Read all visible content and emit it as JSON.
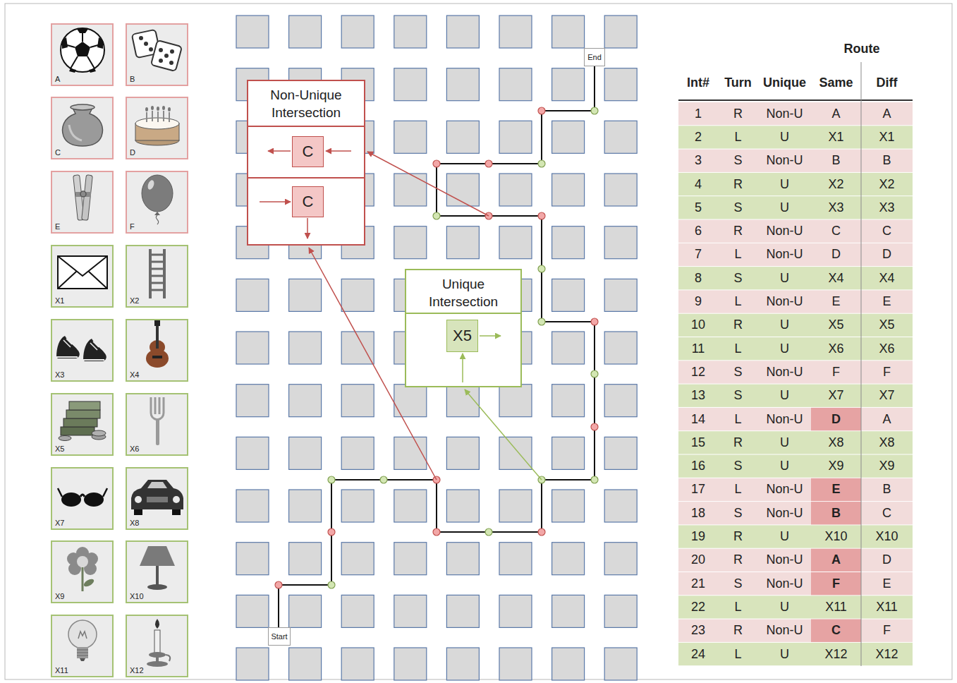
{
  "diagram": {
    "nodes": [
      {
        "text": [
          "A"
        ]
      },
      {
        "text": [
          "B"
        ]
      },
      {
        "text": [
          "C"
        ]
      },
      {
        "text": [
          "D"
        ]
      },
      {
        "text": [
          "E"
        ]
      },
      {
        "text": [
          "F"
        ]
      },
      {
        "text": [
          "X1"
        ]
      },
      {
        "text": [
          "X2"
        ]
      },
      {
        "text": [
          "X3"
        ]
      },
      {
        "text": [
          "X4"
        ]
      },
      {
        "text": [
          "X5"
        ]
      },
      {
        "text": [
          "X6"
        ]
      },
      {
        "text": [
          "X7"
        ]
      },
      {
        "text": [
          "X8"
        ]
      },
      {
        "text": [
          "X9"
        ]
      },
      {
        "text": [
          "X10"
        ]
      },
      {
        "text": [
          "X11"
        ]
      },
      {
        "text": [
          "X12"
        ]
      },
      {
        "text": [
          "End"
        ]
      },
      {
        "text": [
          "Non-Unique Intersection"
        ]
      },
      {
        "text": [
          "C"
        ],
        "in": 19
      },
      {
        "text": [
          "C"
        ],
        "in": 19
      },
      {
        "text": [
          "Unique Intersection"
        ]
      },
      {
        "text": [
          "X5"
        ],
        "in": 22
      },
      {
        "text": [
          "Start"
        ]
      }
    ],
    "labels": [
      "Route",
      "Int#",
      "Turn",
      "Unique",
      "Same",
      "Diff",
      "1",
      "R",
      "Non-U",
      "A",
      "A",
      "2",
      "L",
      "U",
      "X1",
      "X1",
      "3",
      "S",
      "Non-U",
      "B",
      "B",
      "4",
      "R",
      "U",
      "X2",
      "X2",
      "5",
      "S",
      "U",
      "X3",
      "X3",
      "6",
      "R",
      "Non-U",
      "C",
      "C",
      "7",
      "L",
      "Non-U",
      "D",
      "D",
      "8",
      "S",
      "U",
      "X4",
      "X4",
      "9",
      "L",
      "Non-U",
      "E",
      "E",
      "10",
      "R",
      "U",
      "X5",
      "X5",
      "11",
      "L",
      "U",
      "X6",
      "X6",
      "12",
      "S",
      "Non-U",
      "F",
      "F",
      "13",
      "S",
      "U",
      "X7",
      "X7",
      "14",
      "L",
      "Non-U",
      "D",
      "A",
      "15",
      "R",
      "U",
      "X8",
      "X8",
      "16",
      "S",
      "U",
      "X9",
      "X9",
      "17",
      "L",
      "Non-U",
      "E",
      "B",
      "18",
      "S",
      "Non-U",
      "B",
      "C",
      "19",
      "R",
      "U",
      "X10",
      "X10",
      "20",
      "R",
      "Non-U",
      "A",
      "D",
      "21",
      "S",
      "Non-U",
      "F",
      "E",
      "22",
      "L",
      "U",
      "X11",
      "X11",
      "23",
      "R",
      "Non-U",
      "C",
      "F",
      "24",
      "L",
      "U",
      "X12",
      "X12"
    ]
  }
}
